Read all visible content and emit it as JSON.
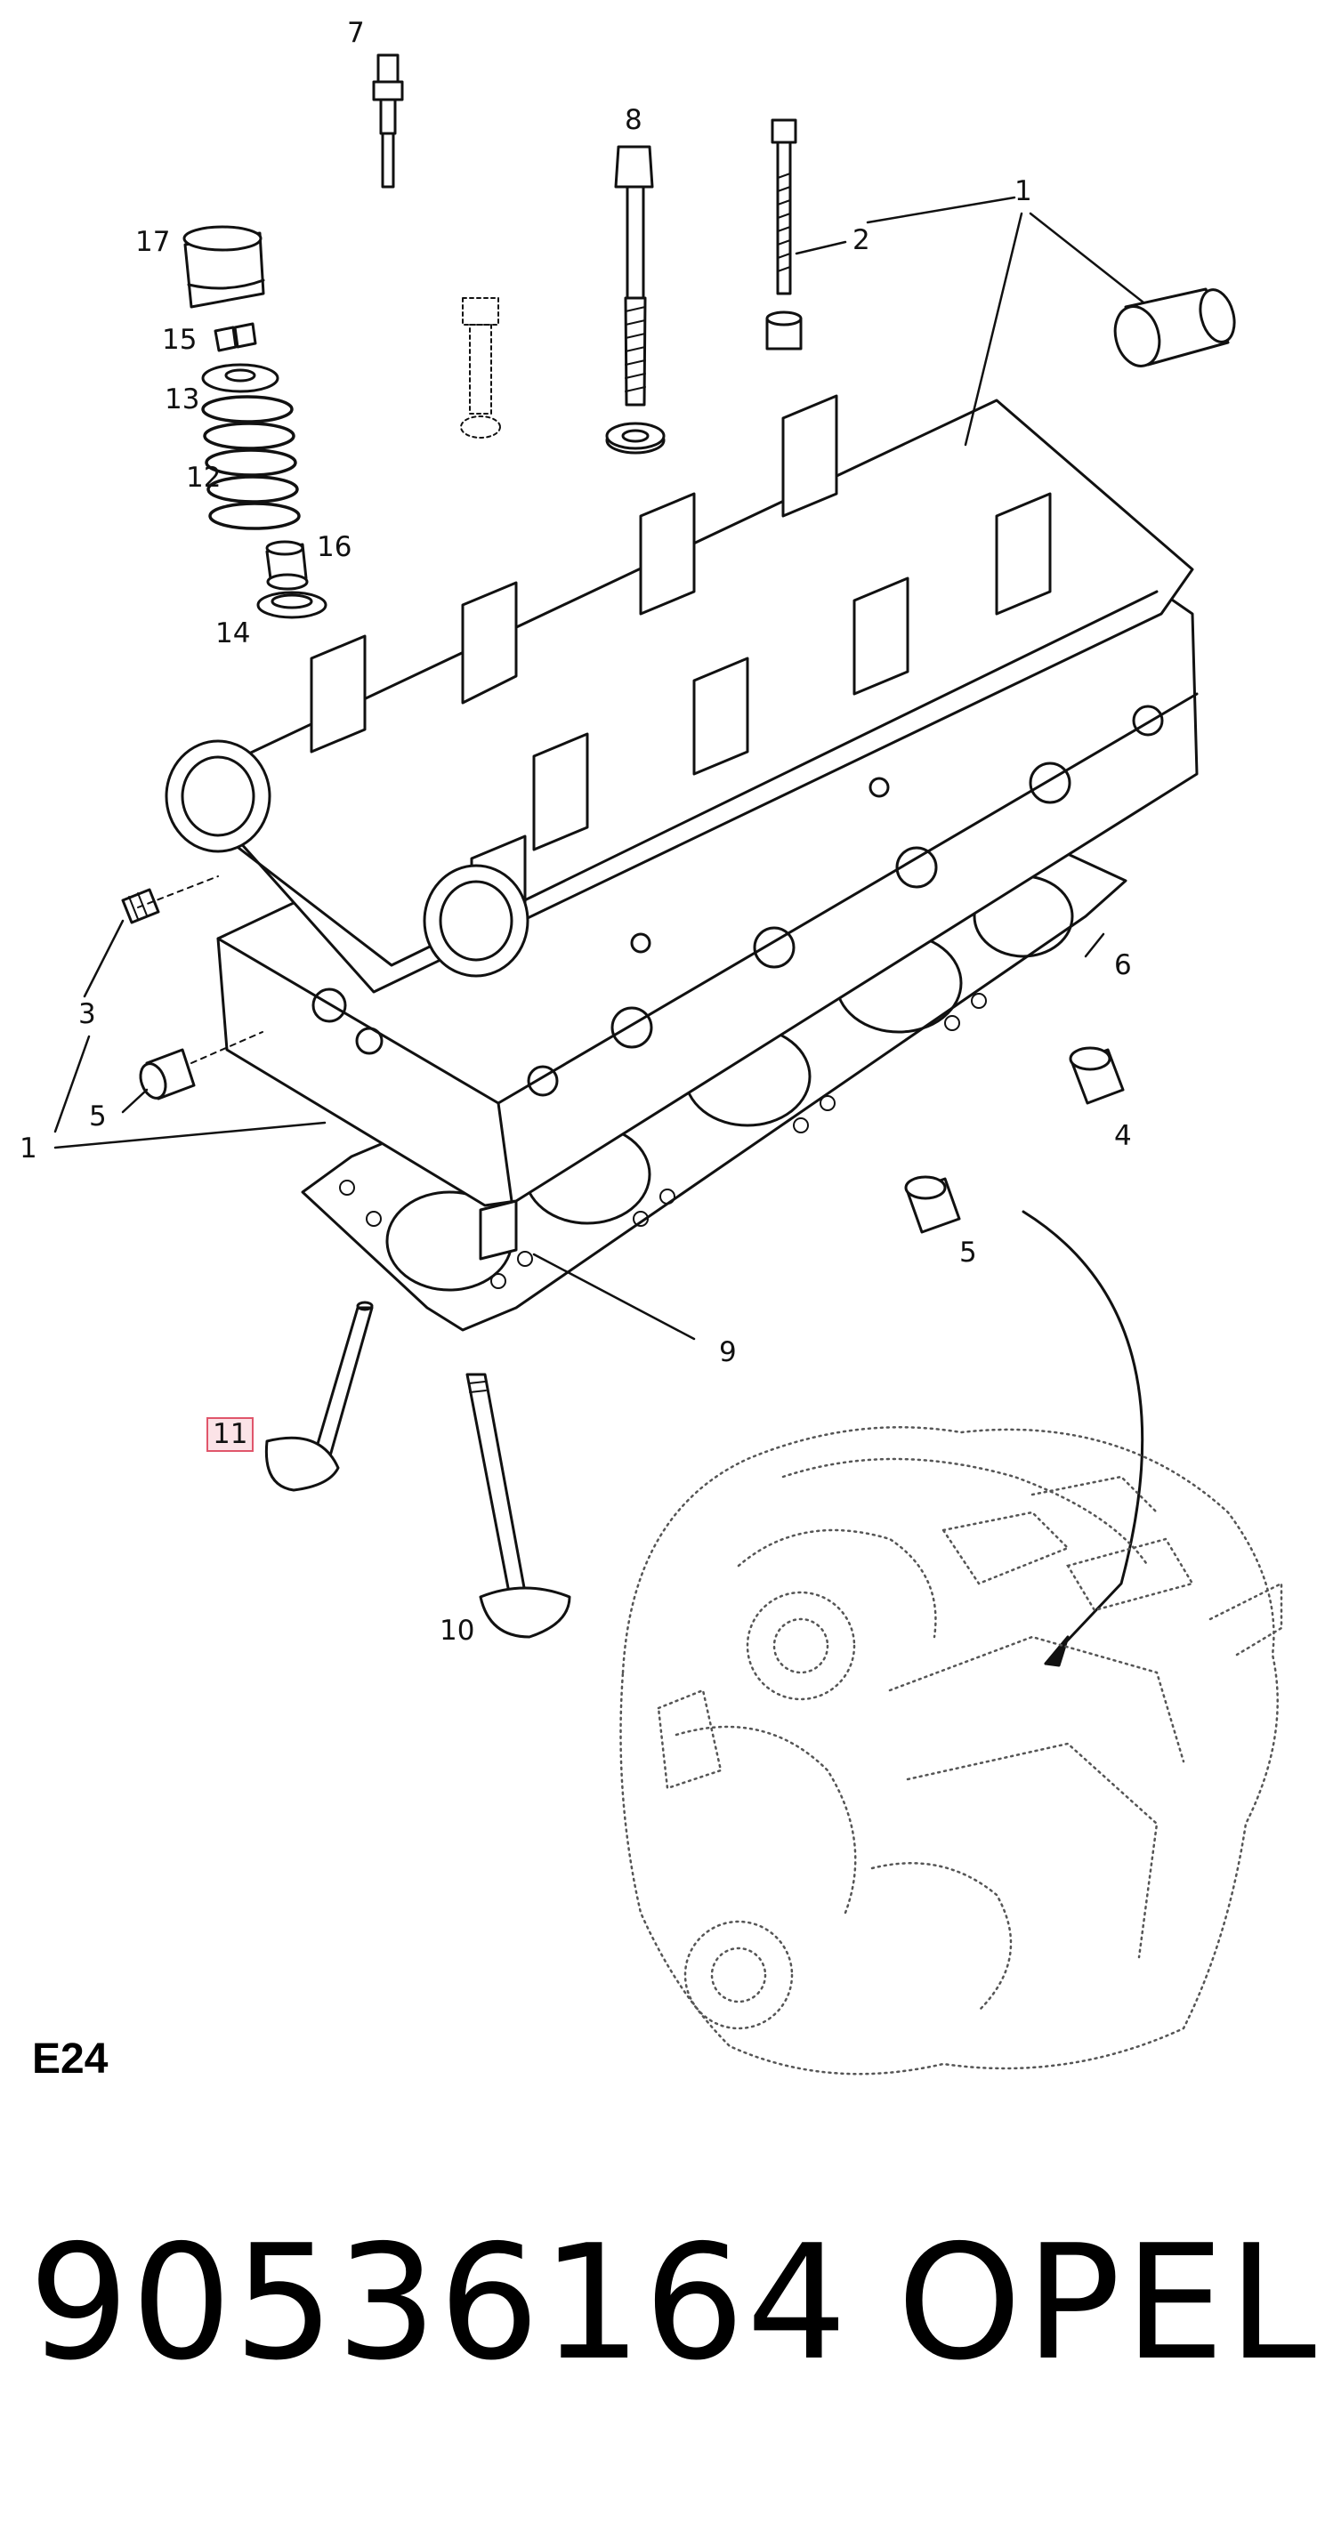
{
  "callouts": [
    {
      "id": "c7",
      "text": "7"
    },
    {
      "id": "c8",
      "text": "8"
    },
    {
      "id": "c1a",
      "text": "1"
    },
    {
      "id": "c2",
      "text": "2"
    },
    {
      "id": "c17",
      "text": "17"
    },
    {
      "id": "c15",
      "text": "15"
    },
    {
      "id": "c13",
      "text": "13"
    },
    {
      "id": "c12",
      "text": "12"
    },
    {
      "id": "c16",
      "text": "16"
    },
    {
      "id": "c14",
      "text": "14"
    },
    {
      "id": "c3",
      "text": "3"
    },
    {
      "id": "c5a",
      "text": "5"
    },
    {
      "id": "c1b",
      "text": "1"
    },
    {
      "id": "c6",
      "text": "6"
    },
    {
      "id": "c4",
      "text": "4"
    },
    {
      "id": "c5b",
      "text": "5"
    },
    {
      "id": "c9",
      "text": "9"
    },
    {
      "id": "c11",
      "text": "11",
      "highlighted": true
    },
    {
      "id": "c10",
      "text": "10"
    }
  ],
  "diagram_code": "E24",
  "part_number": "90536164",
  "brand": "OPEL",
  "colors": {
    "line": "#111111",
    "highlight_border": "#e0566b",
    "highlight_fill": "#fbe3e7",
    "dotted": "#555555"
  }
}
